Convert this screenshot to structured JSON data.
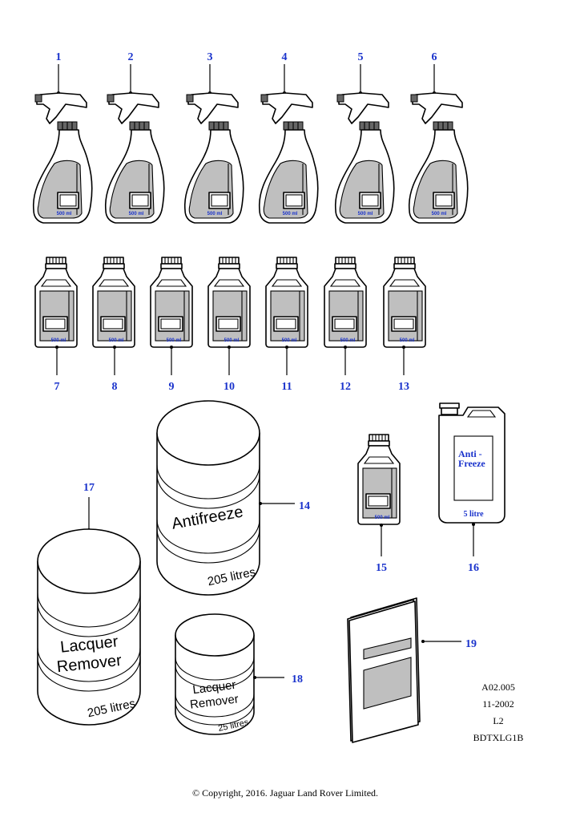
{
  "diagram": {
    "callouts": {
      "c1": "1",
      "c2": "2",
      "c3": "3",
      "c4": "4",
      "c5": "5",
      "c6": "6",
      "c7": "7",
      "c8": "8",
      "c9": "9",
      "c10": "10",
      "c11": "11",
      "c12": "12",
      "c13": "13",
      "c14": "14",
      "c15": "15",
      "c16": "16",
      "c17": "17",
      "c18": "18",
      "c19": "19"
    },
    "bottle_label": "500 ml",
    "can": {
      "line1": "Anti -",
      "line2": "Freeze",
      "volume": "5 litre"
    },
    "drum_antifreeze": {
      "name": "Antifreeze",
      "volume": "205 litres"
    },
    "drum_lacquer_large": {
      "line1": "Lacquer",
      "line2": "Remover",
      "volume": "205 litres"
    },
    "drum_lacquer_small": {
      "line1": "Lacquer",
      "line2": "Remover",
      "volume": "25 litres"
    }
  },
  "reference": {
    "code": "A02.005",
    "date": "11-2002",
    "level": "L2",
    "id": "BDTXLG1B"
  },
  "copyright": "© Copyright, 2016. Jaguar Land Rover Limited.",
  "colors": {
    "callout": "#1a33cc",
    "ink": "#000000",
    "panel_grey": "#bfbfbf"
  }
}
